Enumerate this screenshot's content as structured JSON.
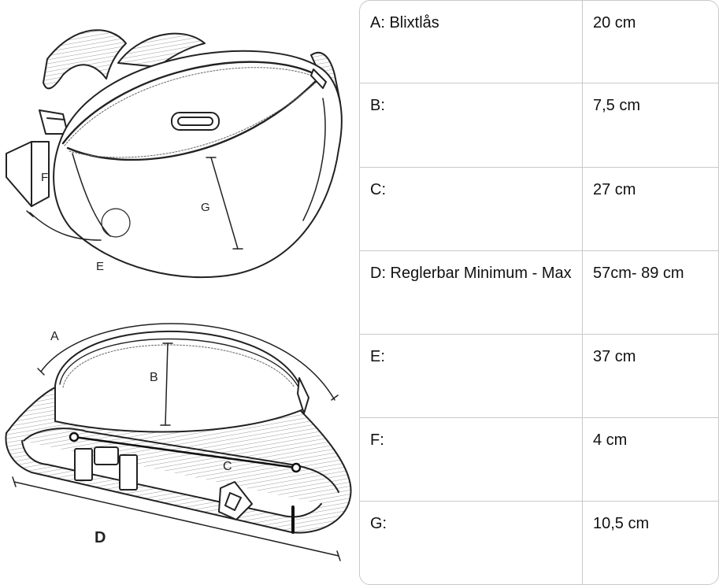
{
  "drawing": {
    "labels": {
      "a": "A",
      "b": "B",
      "c": "C",
      "d": "D",
      "e": "E",
      "f": "F",
      "g": "G"
    }
  },
  "size_table": {
    "rows": [
      {
        "label": "A: Blixtlås",
        "value": "20 cm"
      },
      {
        "label": "B:",
        "value": "7,5 cm"
      },
      {
        "label": "C:",
        "value": "27 cm"
      },
      {
        "label": "D: Reglerbar Minimum - Max",
        "value": "57cm- 89 cm"
      },
      {
        "label": "E:",
        "value": "37 cm"
      },
      {
        "label": "F:",
        "value": "4 cm"
      },
      {
        "label": "G:",
        "value": "10,5 cm"
      }
    ]
  }
}
